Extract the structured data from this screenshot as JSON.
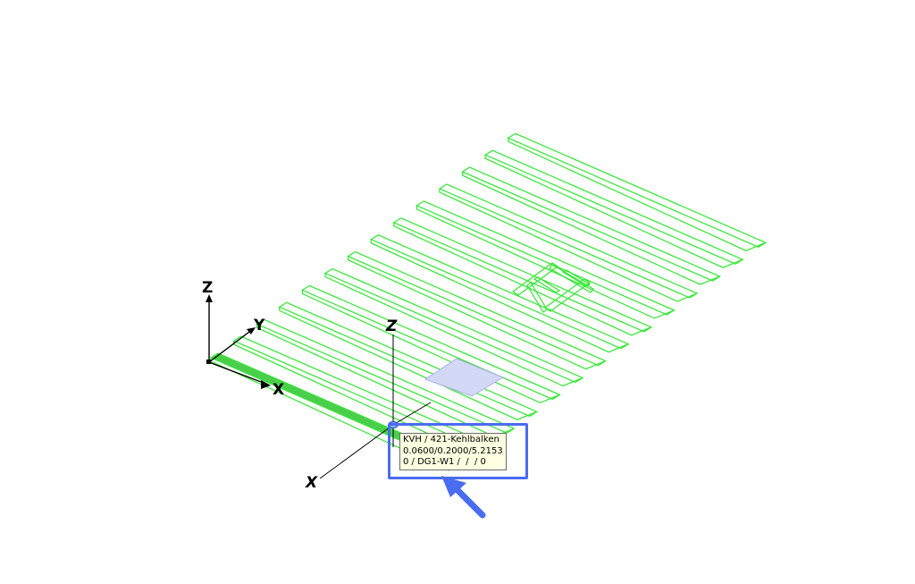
{
  "viewport": {
    "global_axes": {
      "z": "Z",
      "y": "Y",
      "x": "X"
    },
    "local_axes": {
      "z": "Z",
      "x": "X"
    },
    "beam_count": 14
  },
  "tooltip": {
    "line1": "KVH / 421-Kehlbalken",
    "line2": "0.0600/0.2000/5.2153",
    "line3": "0 / DG1-W1 /  /  / 0"
  },
  "colors": {
    "beam": "#2ee82e",
    "selected_beam": "#1fc21f",
    "highlight": "#4a6cf0",
    "face_fill": "#c8cdf5",
    "tooltip_bg": "#ffffe1"
  }
}
